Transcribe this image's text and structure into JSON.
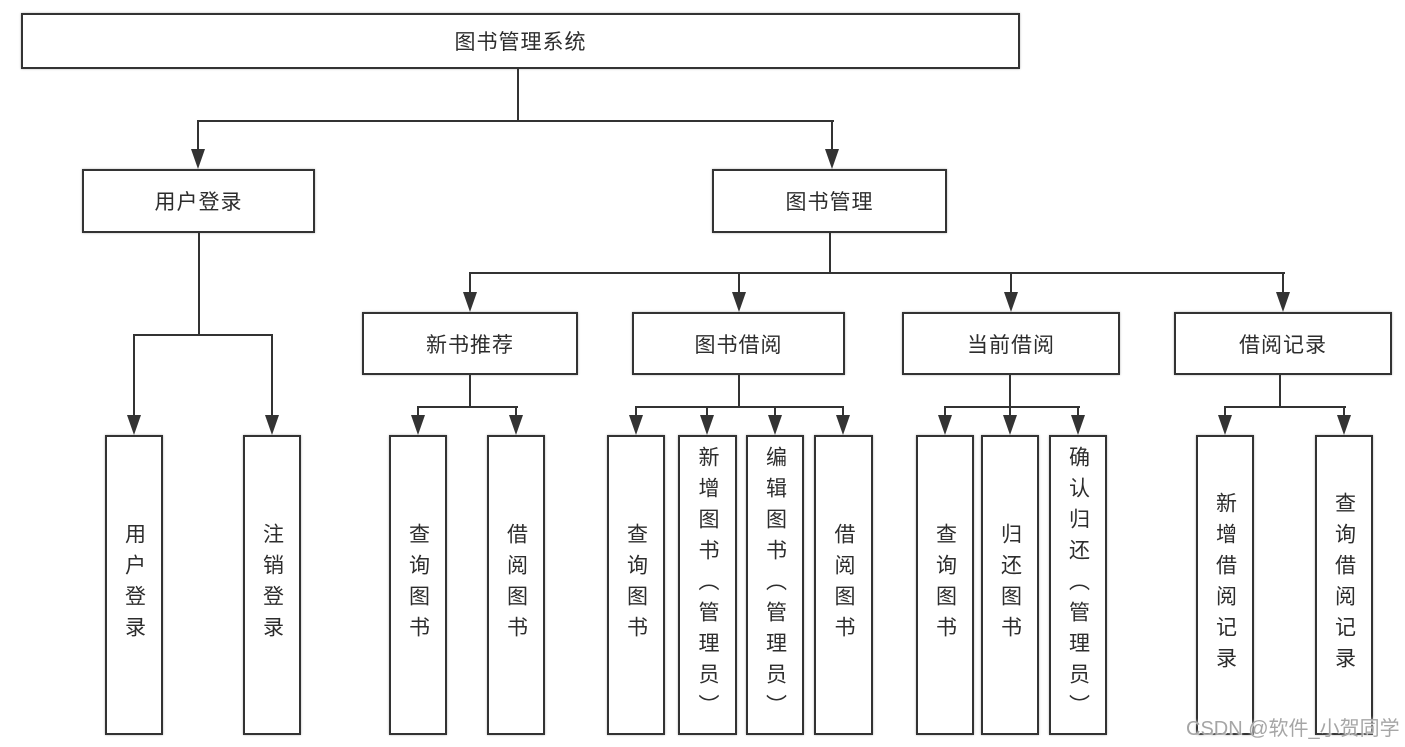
{
  "diagram": {
    "root": {
      "label": "图书管理系统"
    },
    "level1": [
      {
        "label": "用户登录"
      },
      {
        "label": "图书管理"
      }
    ],
    "level2": [
      {
        "label": "新书推荐"
      },
      {
        "label": "图书借阅"
      },
      {
        "label": "当前借阅"
      },
      {
        "label": "借阅记录"
      }
    ],
    "leaves": {
      "login": [
        "用户登录",
        "注销登录"
      ],
      "new_books": [
        "查询图书",
        "借阅图书"
      ],
      "borrow": [
        "查询图书",
        "新增图书（管理员）",
        "编辑图书（管理员）",
        "借阅图书"
      ],
      "current": [
        "查询图书",
        "归还图书",
        "确认归还（管理员）"
      ],
      "records": [
        "新增借阅记录",
        "查询借阅记录"
      ]
    }
  },
  "watermark": "CSDN @软件_小贺同学",
  "colors": {
    "line": "#333333",
    "text": "#2d2d2d",
    "watermark": "#a6a6a6",
    "background": "#ffffff"
  }
}
